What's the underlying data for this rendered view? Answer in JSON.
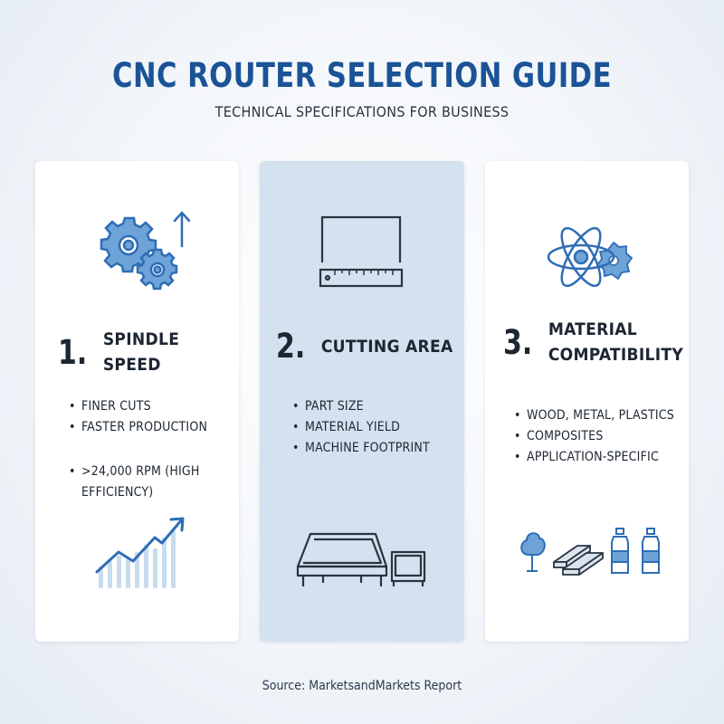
{
  "header": {
    "title": "CNC ROUTER SELECTION GUIDE",
    "subtitle": "TECHNICAL SPECIFICATIONS FOR BUSINESS"
  },
  "cards": [
    {
      "number": "1.",
      "heading": "SPINDLE SPEED",
      "bullets": [
        "FINER CUTS",
        "FASTER PRODUCTION"
      ],
      "extra_bullets": [
        ">24,000 RPM (HIGH",
        "EFFICIENCY)"
      ],
      "top_icon": "gears-arrow-up-icon",
      "bottom_icon": "growth-chart-icon"
    },
    {
      "number": "2.",
      "heading": "CUTTING AREA",
      "bullets": [
        "PART SIZE",
        "MATERIAL YIELD",
        "MACHINE FOOTPRINT"
      ],
      "top_icon": "ruler-frame-icon",
      "bottom_icon": "machine-bed-icon"
    },
    {
      "number": "3.",
      "heading_line1": "MATERIAL",
      "heading_line2": "COMPATIBILITY",
      "bullets": [
        "WOOD, METAL, PLASTICS",
        "COMPOSITES",
        "APPLICATION-SPECIFIC"
      ],
      "top_icon": "atom-saw-icon",
      "bottom_icon": "materials-icon"
    }
  ],
  "footer": {
    "source": "Source: MarketsandMarkets Report"
  },
  "colors": {
    "title_blue": "#1a5396",
    "icon_blue": "#2e6db5",
    "icon_fill": "#6ea3d8",
    "middle_card_bg": "#d4e1ef",
    "text_dark": "#1d2632"
  }
}
